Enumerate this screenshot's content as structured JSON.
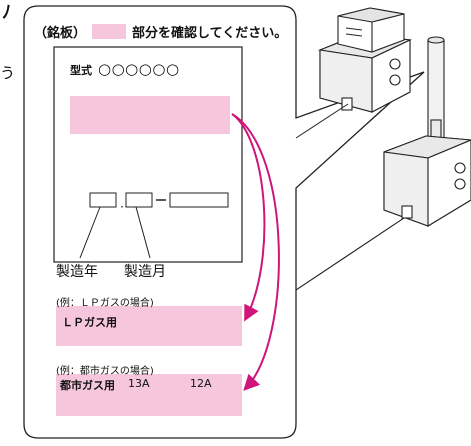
{
  "page_fragments": {
    "left_top": "ﾉ",
    "left_mid": "う"
  },
  "nameplate": {
    "title_before": "（銘板）",
    "title_after": "部分を確認してください。",
    "model_label": "型式",
    "model_value": "○○○○○○",
    "year_label": "製造年",
    "month_label": "製造月"
  },
  "examples": {
    "lp": {
      "title": "(例：ＬＰガスの場合)",
      "value": "ＬＰガス用"
    },
    "city": {
      "title": "(例：都市ガスの場合)",
      "value": "都市ガス用",
      "code_1": "13A",
      "code_2": "12A"
    }
  },
  "colors": {
    "highlight_pink": "#f6c7dc",
    "arrow_magenta": "#d0157a"
  }
}
